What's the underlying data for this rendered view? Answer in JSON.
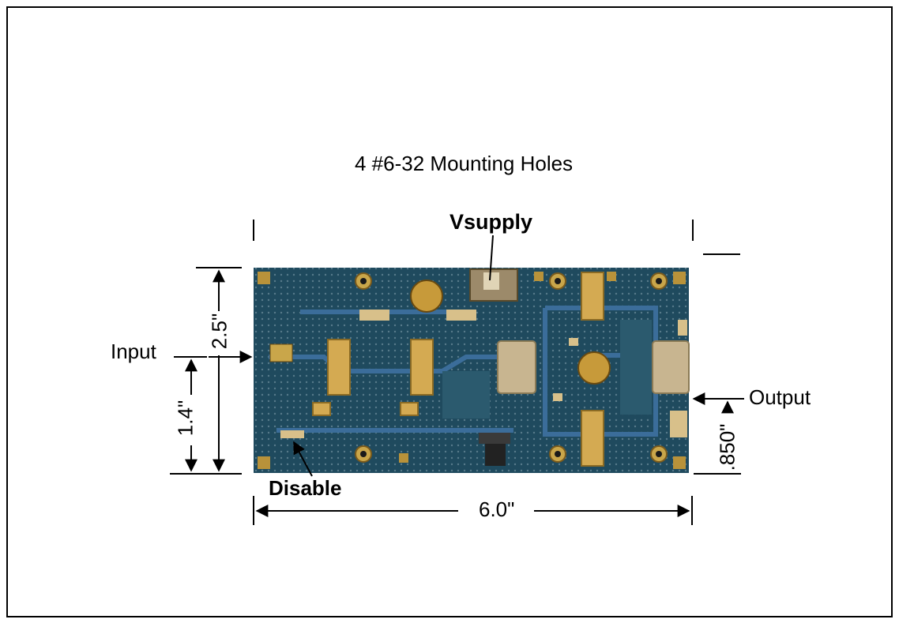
{
  "title": "4   #6-32 Mounting Holes",
  "labels": {
    "vsupply": "Vsupply",
    "input": "Input",
    "output": "Output",
    "disable": "Disable"
  },
  "dimensions": {
    "width": "6.0\"",
    "height": "2.5\"",
    "input_offset": "1.4\"",
    "output_offset": ".850\""
  },
  "colors": {
    "board": "#1f4a5e",
    "gold": "#c9a64a",
    "trace": "#3b6d9a",
    "line": "#000000"
  }
}
